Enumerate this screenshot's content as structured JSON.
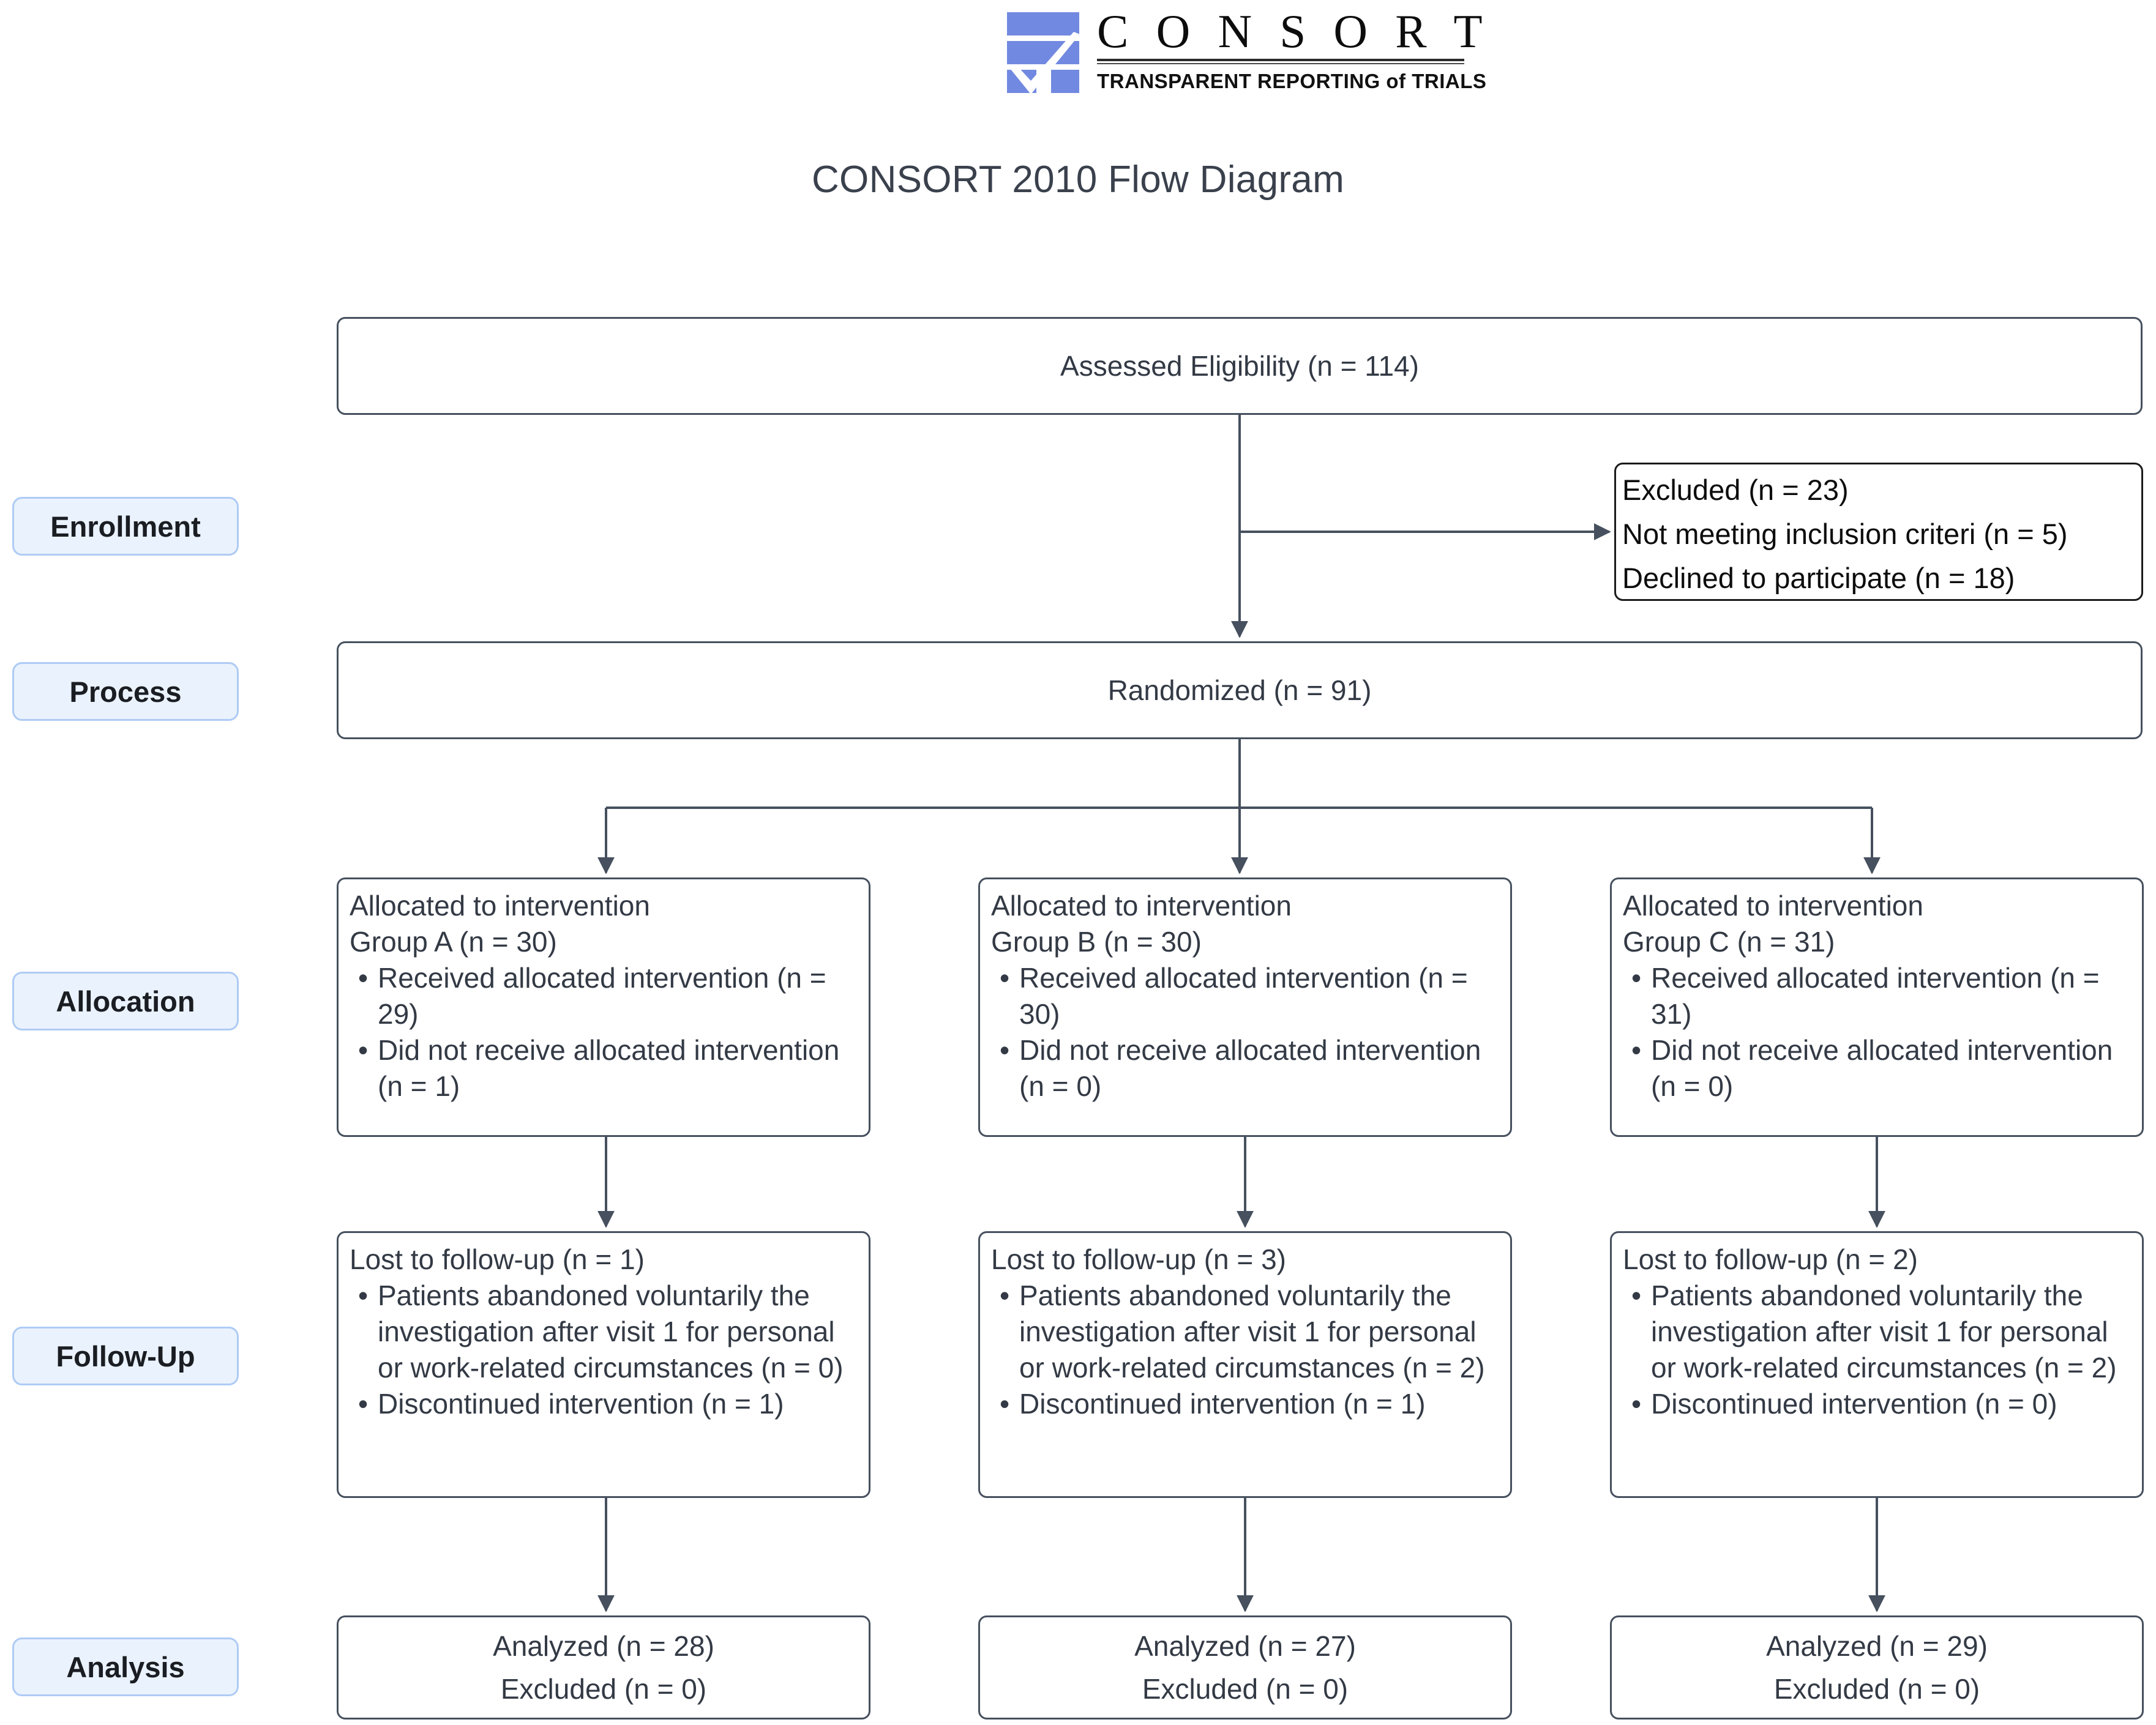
{
  "logo": {
    "wordmark": "C O N S O R T",
    "tagline": "TRANSPARENT REPORTING of TRIALS",
    "mark_color": "#7189e0"
  },
  "title": "CONSORT 2010 Flow Diagram",
  "colors": {
    "stage_fill": "#eaf2fd",
    "stage_border": "#aecbf5",
    "box_border": "#46505e",
    "text": "#333a45",
    "logo_blue": "#7189e0"
  },
  "stages": [
    {
      "key": "enrollment",
      "label": "Enrollment"
    },
    {
      "key": "process",
      "label": "Process"
    },
    {
      "key": "allocation",
      "label": "Allocation"
    },
    {
      "key": "followup",
      "label": "Follow-Up"
    },
    {
      "key": "analysis",
      "label": "Analysis"
    }
  ],
  "enrollment": {
    "assessed": "Assessed Eligibility (n = 114)",
    "excluded": {
      "header": "Excluded (n = 23)",
      "reasons": [
        "Not meeting inclusion criteri (n = 5)",
        "Declined to participate (n = 18)"
      ]
    }
  },
  "process": {
    "randomized": "Randomized (n = 91)"
  },
  "allocation": [
    {
      "title_line1": "Allocated to intervention",
      "title_line2": "Group A (n = 30)",
      "bullets": [
        "Received allocated intervention (n = 29)",
        "Did not receive allocated intervention (n = 1)"
      ]
    },
    {
      "title_line1": "Allocated to intervention",
      "title_line2": "Group B (n = 30)",
      "bullets": [
        "Received allocated intervention (n = 30)",
        "Did not receive allocated intervention (n = 0)"
      ]
    },
    {
      "title_line1": "Allocated to intervention",
      "title_line2": "Group C (n = 31)",
      "bullets": [
        "Received allocated intervention (n = 31)",
        "Did not receive allocated intervention (n = 0)"
      ]
    }
  ],
  "followup": [
    {
      "title": "Lost to follow-up (n = 1)",
      "bullets": [
        "Patients abandoned voluntarily the investigation after visit 1 for personal or work-related circumstances (n = 0)",
        "Discontinued intervention (n = 1)"
      ]
    },
    {
      "title": "Lost to follow-up (n = 3)",
      "bullets": [
        "Patients abandoned voluntarily the investigation after visit 1 for personal or work-related circumstances (n = 2)",
        "Discontinued intervention (n = 1)"
      ]
    },
    {
      "title": "Lost to follow-up (n = 2)",
      "bullets": [
        "Patients abandoned voluntarily the investigation after visit 1 for personal or work-related circumstances (n = 2)",
        "Discontinued intervention (n = 0)"
      ]
    }
  ],
  "analysis": [
    {
      "analyzed": "Analyzed (n = 28)",
      "excluded": "Excluded (n = 0)"
    },
    {
      "analyzed": "Analyzed (n = 27)",
      "excluded": "Excluded (n = 0)"
    },
    {
      "analyzed": "Analyzed (n = 29)",
      "excluded": "Excluded (n = 0)"
    }
  ]
}
